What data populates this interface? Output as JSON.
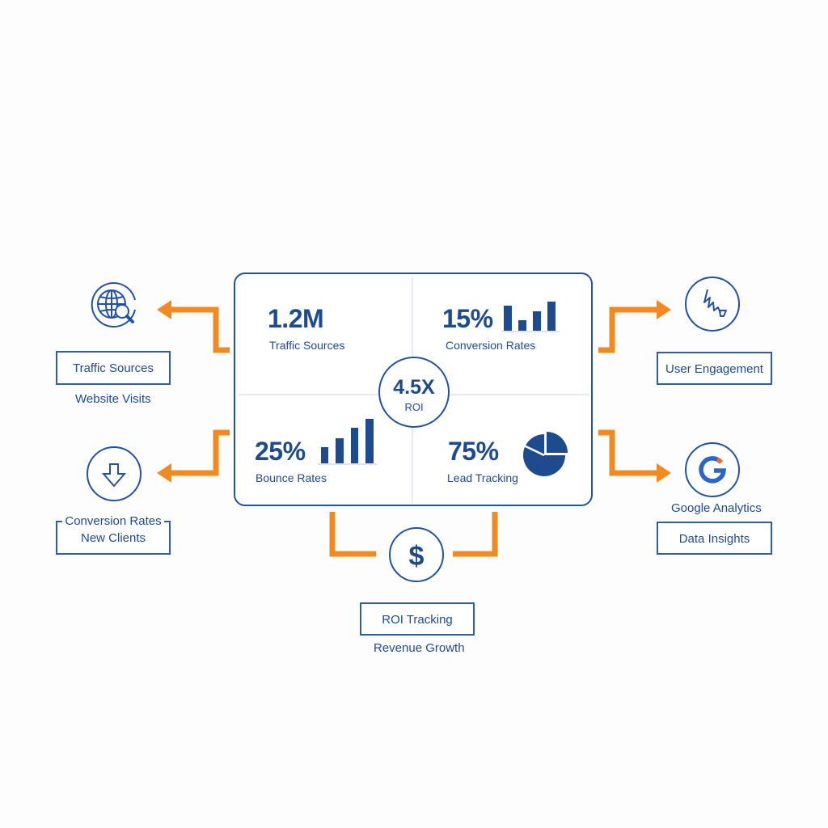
{
  "colors": {
    "primary": "#1e4a8e",
    "border": "#2352a0",
    "arrow": "#f28a22",
    "background": "#fdfdfd",
    "google_accent": "#f06a28"
  },
  "dashboard": {
    "metrics": [
      {
        "value": "1.2M",
        "label": "Traffic Sources"
      },
      {
        "value": "15%",
        "label": "Conversion Rates",
        "mini_chart": {
          "type": "bar",
          "values": [
            31,
            13,
            24,
            36
          ]
        }
      },
      {
        "value": "25%",
        "label": "Bounce Rates",
        "mini_chart": {
          "type": "bar",
          "values": [
            20,
            31,
            44,
            55
          ]
        }
      },
      {
        "value": "75%",
        "label": "Lead Tracking",
        "mini_chart": {
          "type": "pie",
          "slices": [
            25,
            55,
            20
          ]
        }
      }
    ],
    "center": {
      "value": "4.5X",
      "label": "ROI"
    }
  },
  "nodes": {
    "traffic": {
      "icon": "globe-search-icon",
      "box_label": "Traffic Sources",
      "caption": "Website Visits"
    },
    "conversion": {
      "icon": "arrow-down-icon",
      "box_line1": "Conversion Rates",
      "box_line2": "New Clients"
    },
    "engagement": {
      "icon": "activity-line-icon",
      "box_label": "User Engagement"
    },
    "google": {
      "icon": "google-g-icon",
      "glyph": "G",
      "caption": "Google Analytics",
      "box_label": "Data Insights"
    },
    "roi": {
      "icon": "dollar-icon",
      "glyph": "$",
      "box_label": "ROI Tracking",
      "caption": "Revenue Growth"
    }
  }
}
